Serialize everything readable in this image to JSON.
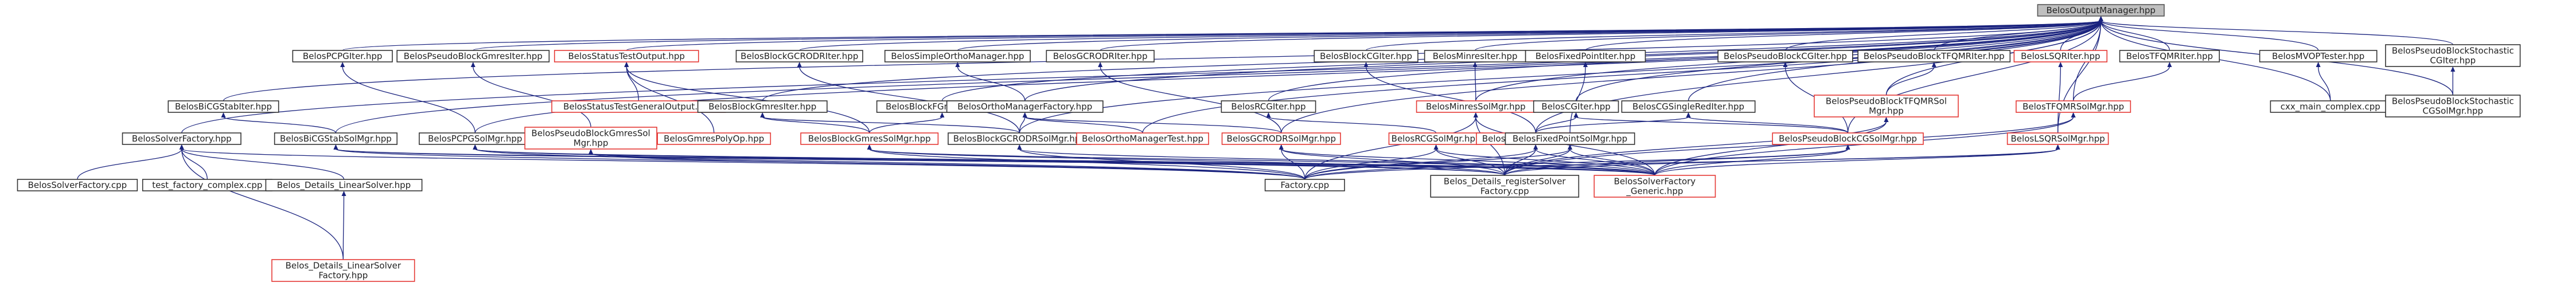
{
  "diagram": {
    "nodes": [
      {
        "id": "n_out",
        "lines": [
          "BelosOutputManager.hpp"
        ],
        "style": "focus"
      },
      {
        "id": "n_pcpg",
        "lines": [
          "BelosPCPGIter.hpp"
        ],
        "style": "black"
      },
      {
        "id": "n_pbgmres",
        "lines": [
          "BelosPseudoBlockGmresIter.hpp"
        ],
        "style": "black"
      },
      {
        "id": "n_stest",
        "lines": [
          "BelosStatusTestOutput.hpp"
        ],
        "style": "red"
      },
      {
        "id": "n_bgcrodr",
        "lines": [
          "BelosBlockGCRODRIter.hpp"
        ],
        "style": "black"
      },
      {
        "id": "n_simple",
        "lines": [
          "BelosSimpleOrthoManager.hpp"
        ],
        "style": "black"
      },
      {
        "id": "n_gcrodr",
        "lines": [
          "BelosGCRODRIter.hpp"
        ],
        "style": "black"
      },
      {
        "id": "n_bcg",
        "lines": [
          "BelosBlockCGIter.hpp"
        ],
        "style": "black"
      },
      {
        "id": "n_minres",
        "lines": [
          "BelosMinresIter.hpp"
        ],
        "style": "black"
      },
      {
        "id": "n_fixed",
        "lines": [
          "BelosFixedPointIter.hpp"
        ],
        "style": "black"
      },
      {
        "id": "n_pbcg",
        "lines": [
          "BelosPseudoBlockCGIter.hpp"
        ],
        "style": "black"
      },
      {
        "id": "n_pbtfqmr",
        "lines": [
          "BelosPseudoBlockTFQMRIter.hpp"
        ],
        "style": "black"
      },
      {
        "id": "n_lsqr",
        "lines": [
          "BelosLSQRIter.hpp"
        ],
        "style": "red"
      },
      {
        "id": "n_tfqmr",
        "lines": [
          "BelosTFQMRIter.hpp"
        ],
        "style": "black"
      },
      {
        "id": "n_mvop",
        "lines": [
          "BelosMVOPTester.hpp"
        ],
        "style": "black"
      },
      {
        "id": "n_pbscg",
        "lines": [
          "BelosPseudoBlockStochastic",
          "CGIter.hpp"
        ],
        "style": "black"
      },
      {
        "id": "n_bicgstab",
        "lines": [
          "BelosBiCGStabIter.hpp"
        ],
        "style": "black"
      },
      {
        "id": "n_stgen",
        "lines": [
          "BelosStatusTestGeneralOutput.hpp"
        ],
        "style": "red"
      },
      {
        "id": "n_bgmres",
        "lines": [
          "BelosBlockGmresIter.hpp"
        ],
        "style": "black"
      },
      {
        "id": "n_bfgmres",
        "lines": [
          "BelosBlockFGmresIter.hpp"
        ],
        "style": "black"
      },
      {
        "id": "n_omfactory",
        "lines": [
          "BelosOrthoManagerFactory.hpp"
        ],
        "style": "black"
      },
      {
        "id": "n_rcg",
        "lines": [
          "BelosRCGIter.hpp"
        ],
        "style": "black"
      },
      {
        "id": "n_minressm",
        "lines": [
          "BelosMinresSolMgr.hpp"
        ],
        "style": "red"
      },
      {
        "id": "n_cg",
        "lines": [
          "BelosCGIter.hpp"
        ],
        "style": "black"
      },
      {
        "id": "n_cgsingle",
        "lines": [
          "BelosCGSingleRedIter.hpp"
        ],
        "style": "black"
      },
      {
        "id": "n_pbtfqmrsm",
        "lines": [
          "BelosPseudoBlockTFQMRSol",
          "Mgr.hpp"
        ],
        "style": "red"
      },
      {
        "id": "n_tfqmrsm",
        "lines": [
          "BelosTFQMRSolMgr.hpp"
        ],
        "style": "red"
      },
      {
        "id": "n_cxx",
        "lines": [
          "cxx_main_complex.cpp"
        ],
        "style": "black"
      },
      {
        "id": "n_pbscgsm",
        "lines": [
          "BelosPseudoBlockStochastic",
          "CGSolMgr.hpp"
        ],
        "style": "black"
      },
      {
        "id": "n_solverfac",
        "lines": [
          "BelosSolverFactory.hpp"
        ],
        "style": "black"
      },
      {
        "id": "n_bicgstabsm",
        "lines": [
          "BelosBiCGStabSolMgr.hpp"
        ],
        "style": "black"
      },
      {
        "id": "n_pcpgsm",
        "lines": [
          "BelosPCPGSolMgr.hpp"
        ],
        "style": "black"
      },
      {
        "id": "n_pbgmressm",
        "lines": [
          "BelosPseudoBlockGmresSol",
          "Mgr.hpp"
        ],
        "style": "red"
      },
      {
        "id": "n_gmrespoly",
        "lines": [
          "BelosGmresPolyOp.hpp"
        ],
        "style": "red"
      },
      {
        "id": "n_bgmressm",
        "lines": [
          "BelosBlockGmresSolMgr.hpp"
        ],
        "style": "red"
      },
      {
        "id": "n_bgcrodrsm",
        "lines": [
          "BelosBlockGCRODRSolMgr.hpp"
        ],
        "style": "black"
      },
      {
        "id": "n_omtest",
        "lines": [
          "BelosOrthoManagerTest.hpp"
        ],
        "style": "red"
      },
      {
        "id": "n_gcrodrsm",
        "lines": [
          "BelosGCRODRSolMgr.hpp"
        ],
        "style": "red"
      },
      {
        "id": "n_rcgsm",
        "lines": [
          "BelosRCGSolMgr.hpp"
        ],
        "style": "red"
      },
      {
        "id": "n_bcgsm",
        "lines": [
          "BelosBlockCGSolMgr.hpp"
        ],
        "style": "red"
      },
      {
        "id": "n_fixedsm",
        "lines": [
          "BelosFixedPointSolMgr.hpp"
        ],
        "style": "black"
      },
      {
        "id": "n_pbcgsm",
        "lines": [
          "BelosPseudoBlockCGSolMgr.hpp"
        ],
        "style": "red"
      },
      {
        "id": "n_lsqrsm",
        "lines": [
          "BelosLSQRSolMgr.hpp"
        ],
        "style": "red"
      },
      {
        "id": "n_solverfaccpp",
        "lines": [
          "BelosSolverFactory.cpp"
        ],
        "style": "black"
      },
      {
        "id": "n_testfac",
        "lines": [
          "test_factory_complex.cpp"
        ],
        "style": "black"
      },
      {
        "id": "n_details",
        "lines": [
          "Belos_Details_LinearSolver.hpp"
        ],
        "style": "black"
      },
      {
        "id": "n_factorycpp",
        "lines": [
          "Factory.cpp"
        ],
        "style": "black"
      },
      {
        "id": "n_detreg",
        "lines": [
          "Belos_Details_registerSolver",
          "Factory.cpp"
        ],
        "style": "black"
      },
      {
        "id": "n_generic",
        "lines": [
          "BelosSolverFactory",
          "_Generic.hpp"
        ],
        "style": "red"
      },
      {
        "id": "n_detfac",
        "lines": [
          "Belos_Details_LinearSolver",
          "Factory.hpp"
        ],
        "style": "red"
      }
    ],
    "edges": [
      [
        "n_pcpg",
        "n_out"
      ],
      [
        "n_pbgmres",
        "n_out"
      ],
      [
        "n_stest",
        "n_out"
      ],
      [
        "n_bgcrodr",
        "n_out"
      ],
      [
        "n_simple",
        "n_out"
      ],
      [
        "n_gcrodr",
        "n_out"
      ],
      [
        "n_bcg",
        "n_out"
      ],
      [
        "n_minres",
        "n_out"
      ],
      [
        "n_fixed",
        "n_out"
      ],
      [
        "n_pbcg",
        "n_out"
      ],
      [
        "n_pbtfqmr",
        "n_out"
      ],
      [
        "n_lsqr",
        "n_out"
      ],
      [
        "n_tfqmr",
        "n_out"
      ],
      [
        "n_mvop",
        "n_out"
      ],
      [
        "n_pbscg",
        "n_out"
      ],
      [
        "n_bicgstab",
        "n_out"
      ],
      [
        "n_bgmres",
        "n_out"
      ],
      [
        "n_bfgmres",
        "n_out"
      ],
      [
        "n_omfactory",
        "n_out"
      ],
      [
        "n_rcg",
        "n_out"
      ],
      [
        "n_cg",
        "n_out"
      ],
      [
        "n_cgsingle",
        "n_out"
      ],
      [
        "n_solverfac",
        "n_out"
      ],
      [
        "n_bicgstabsm",
        "n_out"
      ],
      [
        "n_pcpgsm",
        "n_out"
      ],
      [
        "n_gcrodrsm",
        "n_out"
      ],
      [
        "n_bcgsm",
        "n_out"
      ],
      [
        "n_minressm",
        "n_out"
      ],
      [
        "n_pbcgsm",
        "n_out"
      ],
      [
        "n_lsqrsm",
        "n_out"
      ],
      [
        "n_tfqmrsm",
        "n_out"
      ],
      [
        "n_pbtfqmrsm",
        "n_out"
      ],
      [
        "n_cxx",
        "n_out"
      ],
      [
        "n_pbscgsm",
        "n_out"
      ],
      [
        "n_omtest",
        "n_out"
      ],
      [
        "n_bgcrodrsm",
        "n_out"
      ],
      [
        "n_stgen",
        "n_stest"
      ],
      [
        "n_bicgstabsm",
        "n_bicgstab"
      ],
      [
        "n_pcpgsm",
        "n_pcpg"
      ],
      [
        "n_pbgmressm",
        "n_pbgmres"
      ],
      [
        "n_bgmressm",
        "n_bgmres"
      ],
      [
        "n_bgmressm",
        "n_bfgmres"
      ],
      [
        "n_bgcrodrsm",
        "n_bgcrodr"
      ],
      [
        "n_bgcrodrsm",
        "n_bgmres"
      ],
      [
        "n_bgcrodrsm",
        "n_omfactory"
      ],
      [
        "n_omtest",
        "n_omfactory"
      ],
      [
        "n_omfactory",
        "n_simple"
      ],
      [
        "n_gcrodrsm",
        "n_gcrodr"
      ],
      [
        "n_gcrodrsm",
        "n_omfactory"
      ],
      [
        "n_rcgsm",
        "n_rcg"
      ],
      [
        "n_bcgsm",
        "n_bcg"
      ],
      [
        "n_bcgsm",
        "n_cg"
      ],
      [
        "n_bcgsm",
        "n_cgsingle"
      ],
      [
        "n_minressm",
        "n_minres"
      ],
      [
        "n_fixedsm",
        "n_fixed"
      ],
      [
        "n_pbcgsm",
        "n_pbcg"
      ],
      [
        "n_pbcgsm",
        "n_cg"
      ],
      [
        "n_pbcgsm",
        "n_cgsingle"
      ],
      [
        "n_lsqrsm",
        "n_lsqr"
      ],
      [
        "n_tfqmrsm",
        "n_tfqmr"
      ],
      [
        "n_pbtfqmrsm",
        "n_pbtfqmr"
      ],
      [
        "n_pbscgsm",
        "n_pbscg"
      ],
      [
        "n_cxx",
        "n_mvop"
      ],
      [
        "n_gmrespoly",
        "n_stest"
      ],
      [
        "n_bgmressm",
        "n_stest"
      ],
      [
        "n_solverfaccpp",
        "n_solverfac"
      ],
      [
        "n_testfac",
        "n_solverfac"
      ],
      [
        "n_details",
        "n_solverfac"
      ],
      [
        "n_factorycpp",
        "n_solverfac"
      ],
      [
        "n_detfac",
        "n_solverfac"
      ],
      [
        "n_detfac",
        "n_details"
      ],
      [
        "n_factorycpp",
        "n_bicgstabsm"
      ],
      [
        "n_factorycpp",
        "n_pcpgsm"
      ],
      [
        "n_factorycpp",
        "n_bgmressm"
      ],
      [
        "n_factorycpp",
        "n_gcrodrsm"
      ],
      [
        "n_factorycpp",
        "n_rcgsm"
      ],
      [
        "n_factorycpp",
        "n_bcgsm"
      ],
      [
        "n_factorycpp",
        "n_fixedsm"
      ],
      [
        "n_factorycpp",
        "n_pbcgsm"
      ],
      [
        "n_factorycpp",
        "n_lsqrsm"
      ],
      [
        "n_factorycpp",
        "n_minressm"
      ],
      [
        "n_factorycpp",
        "n_pbgmressm"
      ],
      [
        "n_factorycpp",
        "n_bgcrodrsm"
      ],
      [
        "n_detreg",
        "n_bicgstabsm"
      ],
      [
        "n_detreg",
        "n_pcpgsm"
      ],
      [
        "n_detreg",
        "n_bgmressm"
      ],
      [
        "n_detreg",
        "n_gcrodrsm"
      ],
      [
        "n_detreg",
        "n_rcgsm"
      ],
      [
        "n_detreg",
        "n_bcgsm"
      ],
      [
        "n_detreg",
        "n_fixedsm"
      ],
      [
        "n_detreg",
        "n_pbcgsm"
      ],
      [
        "n_detreg",
        "n_lsqrsm"
      ],
      [
        "n_detreg",
        "n_minressm"
      ],
      [
        "n_detreg",
        "n_tfqmrsm"
      ],
      [
        "n_detreg",
        "n_pbtfqmrsm"
      ],
      [
        "n_generic",
        "n_bicgstabsm"
      ],
      [
        "n_generic",
        "n_pcpgsm"
      ],
      [
        "n_generic",
        "n_bgmressm"
      ],
      [
        "n_generic",
        "n_gcrodrsm"
      ],
      [
        "n_generic",
        "n_rcgsm"
      ],
      [
        "n_generic",
        "n_bcgsm"
      ],
      [
        "n_generic",
        "n_fixedsm"
      ],
      [
        "n_generic",
        "n_pbcgsm"
      ],
      [
        "n_generic",
        "n_lsqrsm"
      ],
      [
        "n_generic",
        "n_minressm"
      ],
      [
        "n_generic",
        "n_tfqmrsm"
      ],
      [
        "n_generic",
        "n_pbtfqmrsm"
      ],
      [
        "n_generic",
        "n_pbgmressm"
      ],
      [
        "n_generic",
        "n_bgcrodrsm"
      ]
    ]
  }
}
